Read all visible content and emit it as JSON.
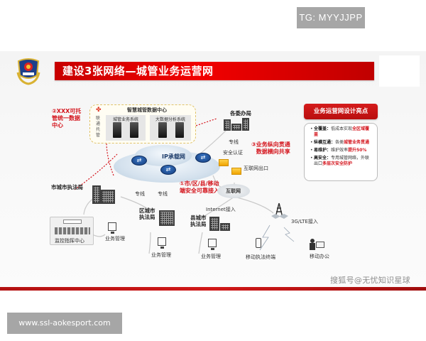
{
  "overlay": {
    "tg_badge": "TG: MYYJJPP",
    "site_badge": "www.ssl-aokesport.com"
  },
  "slide": {
    "title": "建设3张网络—城管业务运营网",
    "data_center": {
      "title": "智慧城管数据中心",
      "side_label": "联通托管",
      "panels": [
        {
          "label": "城管业务系统"
        },
        {
          "label": "大数据分析系统"
        }
      ]
    },
    "notes": {
      "note_2": "②XXX可托管统一数据中心",
      "note_2_lines": [
        "②XXX可托",
        "管统一数据",
        "中心"
      ],
      "note_3_lines": [
        "③业务纵向贯通",
        "数据横向共享"
      ],
      "note_1_lines": [
        "①市/区/县/移动",
        "端安全可靠接入"
      ]
    },
    "network": {
      "ip_network_label": "IP承载网",
      "security_auth": "安全认证",
      "internet_exit": "互联网出口",
      "internet": "互联网",
      "internet_access": "Internet接入",
      "lte_access": "3G/LTE接入",
      "dedicated_line": "专线"
    },
    "nodes": {
      "commissions": "各委办局",
      "city_bureau": "市城市执法局",
      "district_bureau_lines": [
        "区城市",
        "执法局"
      ],
      "county_bureau_lines": [
        "县城市",
        "执法局"
      ],
      "monitor_center": "监控指挥中心",
      "business_mgmt": "业务管理",
      "mobile_terminal": "移动执法终端",
      "mobile_office": "移动办公"
    },
    "highlights": {
      "title": "业务运营网设计亮点",
      "items": [
        {
          "key": "全覆盖：",
          "text": "低成本实现",
          "red": "全区域覆盖"
        },
        {
          "key": "纵横互通：",
          "text": "各类",
          "red": "城管业务贯通"
        },
        {
          "key": "易维护：",
          "text": "维护效率",
          "red": "提升50%"
        },
        {
          "key": "高安全：",
          "text": "专用城管网络，外联出口",
          "red": "多层次安全防护"
        }
      ]
    },
    "watermark": "搜狐号@无忧知识星球",
    "colors": {
      "accent_red": "#d4141c",
      "title_bar_red": "#e80000",
      "badge_gray": "#a6a6a6"
    }
  }
}
